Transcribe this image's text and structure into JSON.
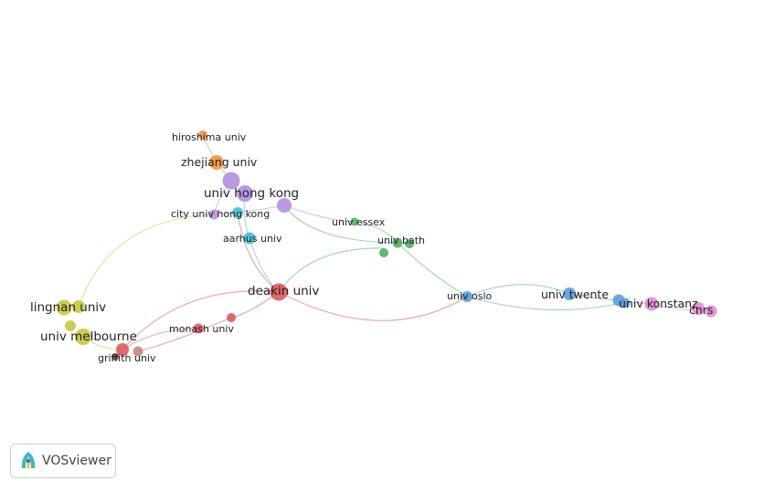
{
  "app": {
    "logo_text": "VOSviewer",
    "logo_icon": "vosviewer-logo-icon"
  },
  "network": {
    "nodes": [
      {
        "id": "hiroshima",
        "label": "hiroshima univ",
        "color": "#f0953a"
      },
      {
        "id": "zhejiang",
        "label": "zhejiang univ",
        "color": "#f0953a"
      },
      {
        "id": "hku",
        "label": "univ hong kong",
        "color": "#b48ee0"
      },
      {
        "id": "cityu",
        "label": "city univ hong kong",
        "color": "#b48ee0"
      },
      {
        "id": "aarhus",
        "label": "aarhus univ",
        "color": "#3fc1d3"
      },
      {
        "id": "essex",
        "label": "univ essex",
        "color": "#4cb35c"
      },
      {
        "id": "bath",
        "label": "univ bath",
        "color": "#4cb35c"
      },
      {
        "id": "deakin",
        "label": "deakin univ",
        "color": "#e0575f"
      },
      {
        "id": "monash",
        "label": "monash univ",
        "color": "#e0575f"
      },
      {
        "id": "griffith",
        "label": "griffith univ",
        "color": "#e0575f"
      },
      {
        "id": "lingnan",
        "label": "lingnan univ",
        "color": "#c9c83d"
      },
      {
        "id": "melbourne",
        "label": "univ melbourne",
        "color": "#c9c83d"
      },
      {
        "id": "oslo",
        "label": "univ oslo",
        "color": "#5aa0dc"
      },
      {
        "id": "twente",
        "label": "univ twente",
        "color": "#5aa0dc"
      },
      {
        "id": "konstanz",
        "label": "univ konstanz",
        "color": "#e38ad6"
      },
      {
        "id": "cnrs",
        "label": "cnrs",
        "color": "#e38ad6"
      }
    ]
  }
}
